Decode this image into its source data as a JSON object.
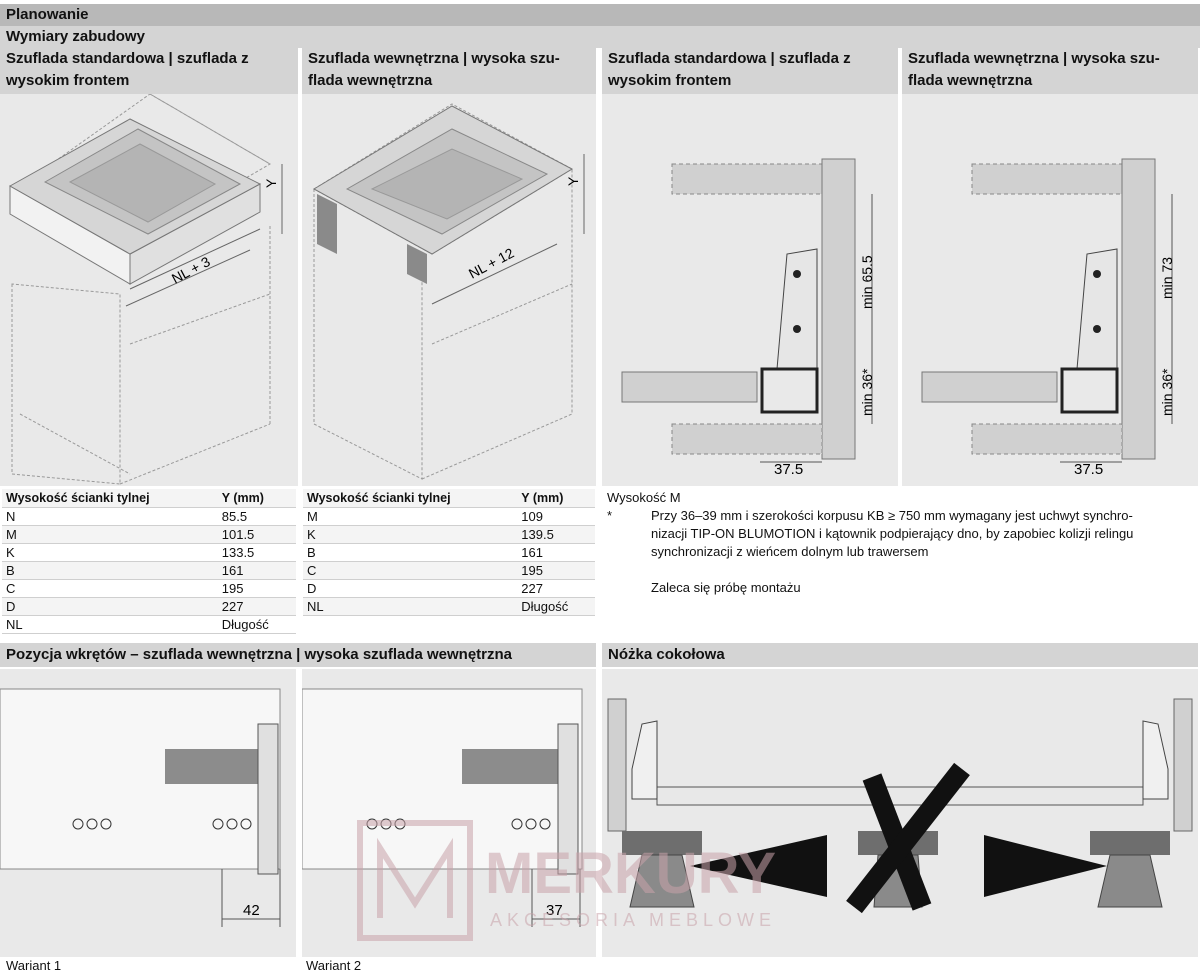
{
  "header": {
    "title": "Planowanie",
    "subtitle": "Wymiary zabudowy"
  },
  "columns": [
    {
      "title_line1": "Szuflada standardowa | szuflada z",
      "title_line2": "wysokim frontem"
    },
    {
      "title_line1": "Szuflada wewnętrzna | wysoka szu-",
      "title_line2": "flada wewnętrzna"
    },
    {
      "title_line1": "Szuflada standardowa | szuflada z",
      "title_line2": "wysokim frontem"
    },
    {
      "title_line1": "Szuflada wewnętrzna | wysoka szu-",
      "title_line2": "flada wewnętrzna"
    }
  ],
  "diagrams": {
    "d1_label": "NL + 3",
    "d1_y": "Y",
    "d2_label": "NL + 12",
    "d2_y": "Y",
    "d3_upper": "min 65.5",
    "d3_lower": "min 36*",
    "d3_width": "37.5",
    "d4_upper": "min 73",
    "d4_lower": "min 36*",
    "d4_width": "37.5"
  },
  "table1": {
    "head": [
      "Wysokość ścianki tylnej",
      "Y (mm)"
    ],
    "rows": [
      [
        "N",
        "85.5"
      ],
      [
        "M",
        "101.5"
      ],
      [
        "K",
        "133.5"
      ],
      [
        "B",
        "161"
      ],
      [
        "C",
        "195"
      ],
      [
        "D",
        "227"
      ],
      [
        "NL",
        "Długość"
      ]
    ]
  },
  "table2": {
    "head": [
      "Wysokość ścianki tylnej",
      "Y (mm)"
    ],
    "rows": [
      [
        "M",
        "109"
      ],
      [
        "K",
        "139.5"
      ],
      [
        "B",
        "161"
      ],
      [
        "C",
        "195"
      ],
      [
        "D",
        "227"
      ],
      [
        "NL",
        "Długość"
      ]
    ]
  },
  "notes": {
    "title": "Wysokość M",
    "star": "*",
    "line1": "Przy 36–39 mm i szerokości korpusu KB ≥ 750 mm wymagany jest uchwyt synchro-",
    "line2": "nizacji TIP-ON BLUMOTION i kątownik podpierający dno, by zapobiec kolizji relingu",
    "line3": "synchronizacji z wieńcem dolnym lub trawersem",
    "line4": "Zaleca się próbę montażu"
  },
  "screws": {
    "title": "Pozycja wkrętów – szuflada wewnętrzna | wysoka szuflada wewnętrzna",
    "v1_dim": "42",
    "v1_caption": "Wariant 1",
    "v2_dim": "37",
    "v2_caption": "Wariant 2"
  },
  "plinth": {
    "title": "Nóżka cokołowa"
  },
  "watermark": {
    "brand": "MERKURY",
    "tagline": "AKCESORIA MEBLOWE"
  },
  "colors": {
    "header_bg": "#b8b8b8",
    "subheader_bg": "#d4d4d4",
    "panel_bg": "#e9e9e9",
    "watermark": "#c9a3aa"
  }
}
